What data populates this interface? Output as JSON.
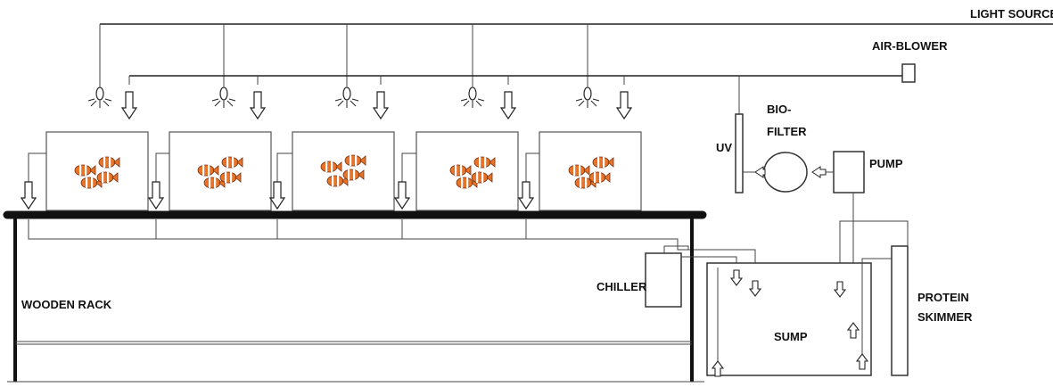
{
  "labels": {
    "light_source": "LIGHT SOURCE",
    "air_blower": "AIR-BLOWER",
    "bio_filter_line1": "BIO-",
    "bio_filter_line2": "FILTER",
    "uv": "UV",
    "pump": "PUMP",
    "chiller": "CHILLER",
    "wooden_rack": "WOODEN RACK",
    "sump": "SUMP",
    "protein_skimmer_line1": "PROTEIN",
    "protein_skimmer_line2": "SKIMMER"
  },
  "tanks": [
    {
      "id": 1
    },
    {
      "id": 2
    },
    {
      "id": 3
    },
    {
      "id": 4
    },
    {
      "id": 5
    }
  ],
  "colors": {
    "line": "#222222",
    "fish_orange": "#e8742a",
    "fish_stripe": "#ffffff",
    "fish_outline": "#7a2e0a"
  }
}
